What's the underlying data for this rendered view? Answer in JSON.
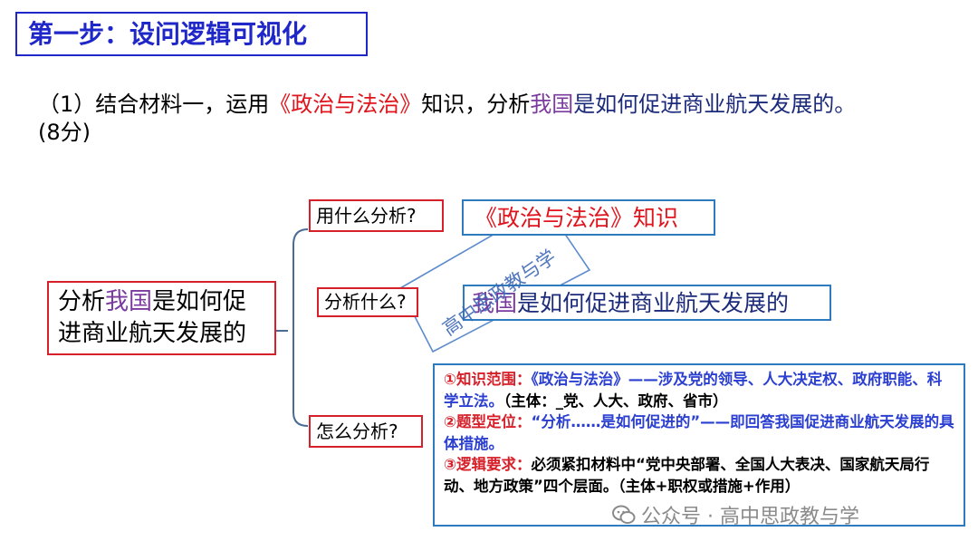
{
  "title": "第一步：设问逻辑可视化",
  "question": {
    "part1": "（1）结合材料一，运用",
    "part2": "《政治与法治》",
    "part3": "知识，分析",
    "part4": "我国",
    "part5": "是如何促进商业航天发展的。",
    "line2": "(8分)"
  },
  "root": {
    "part1": "分析",
    "part2": "我国",
    "part3": "是如何促",
    "line2": "进商业航天发展的"
  },
  "branches": [
    {
      "question": "用什么分析?",
      "answer": "《政治与法治》知识"
    },
    {
      "question": "分析什么?",
      "answer_highlight": "我国",
      "answer_rest": "是如何促进商业航天发展的"
    },
    {
      "question": "怎么分析?"
    }
  ],
  "details": {
    "item1_label": "①知识范围：",
    "item1_text": "《政治与法治》——涉及党的领导、人大决定权、政府职能、科学立法。",
    "item1_note": "（主体：_党、人大、政府、省市）",
    "item2_label": "②题型定位：",
    "item2_text": "“分析……是如何促进的”——即回答我国促进商业航天发展的具体措施。",
    "item3_label": "③逻辑要求：",
    "item3_text": "必须紧扣材料中“党中央部署、全国人大表决、国家航天局行动、地方政策”四个层面。（主体+职权或措施+作用）"
  },
  "watermark": {
    "diagonal": "高中思政教与学",
    "footer": "公众号 · 高中思政教与学"
  },
  "colors": {
    "title": "#1f27c8",
    "red_border": "#d6202a",
    "blue_border": "#2e7bbf",
    "highlight_red": "#e0141c",
    "highlight_purple": "#7a3a9e",
    "bracket_line": "#4a6b94"
  }
}
